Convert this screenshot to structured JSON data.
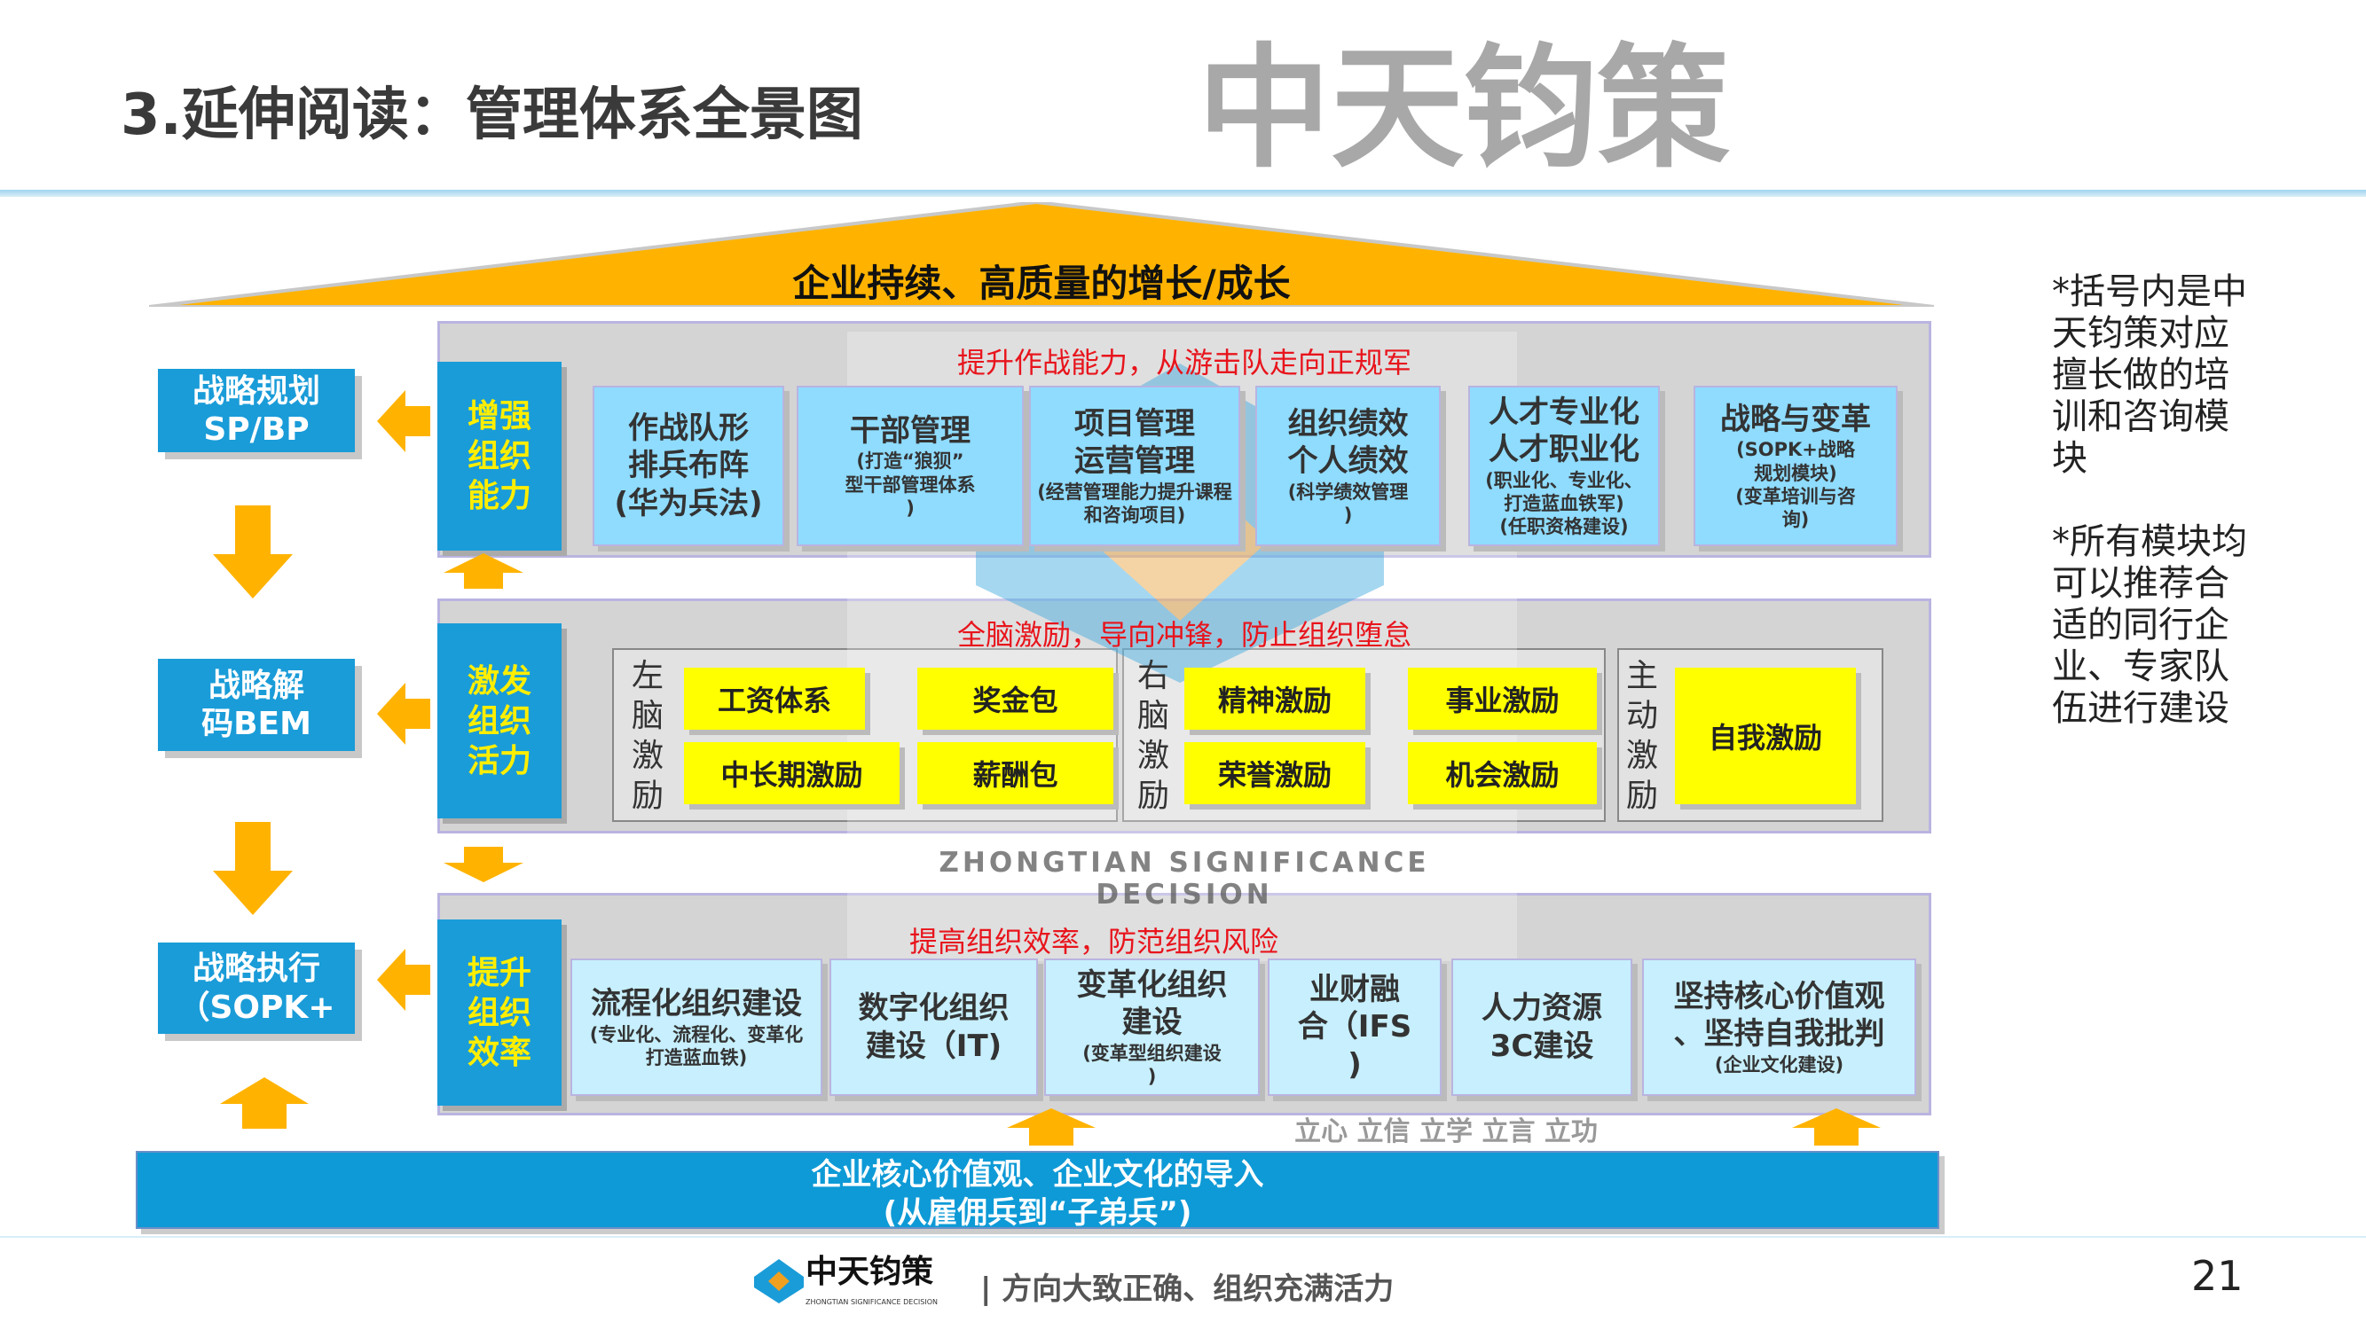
{
  "title": "3.延伸阅读：管理体系全景图",
  "roof": "企业持续、高质量的增长/成长",
  "sidebar": [
    "战略规划\nSP/BP",
    "战略解\n码BEM",
    "战略执行\n（SOPK+"
  ],
  "row1": {
    "label": "增强\n组织\n能力",
    "headline": "提升作战能力，从游击队走向正规军",
    "items": [
      {
        "main": "作战队形\n排兵布阵\n(华为兵法)",
        "sub": ""
      },
      {
        "main": "干部管理",
        "sub": "(打造“狼狈”\n型干部管理体系\n)"
      },
      {
        "main": "项目管理\n运营管理",
        "sub": "(经营管理能力提升课程\n和咨询项目)"
      },
      {
        "main": "组织绩效\n个人绩效",
        "sub": "(科学绩效管理\n)"
      },
      {
        "main": "人才专业化\n人才职业化",
        "sub": "(职业化、专业化、\n打造蓝血铁军)\n(任职资格建设)"
      },
      {
        "main": "战略与变革",
        "sub": "(SOPK+战略\n规划模块)\n(变革培训与咨\n询)"
      }
    ]
  },
  "row2": {
    "label": "激发\n组织\n活力",
    "headline": "全脑激励，导向冲锋，防止组织堕怠",
    "groups": [
      {
        "label": "左脑激励",
        "items": [
          "工资体系",
          "奖金包",
          "中长期激励",
          "薪酬包"
        ]
      },
      {
        "label": "右脑激励",
        "items": [
          "精神激励",
          "事业激励",
          "荣誉激励",
          "机会激励"
        ]
      },
      {
        "label": "主动激励",
        "items": [
          "自我激励"
        ]
      }
    ]
  },
  "row3": {
    "label": "提升\n组织\n效率",
    "headline": "提高组织效率，防范组织风险",
    "items": [
      {
        "main": "流程化组织建设",
        "sub": "(专业化、流程化、变革化\n打造蓝血铁)"
      },
      {
        "main": "数字化组织\n建设（IT)",
        "sub": ""
      },
      {
        "main": "变革化组织\n建设",
        "sub": "(变革型组织建设\n)"
      },
      {
        "main": "业财融\n合（IFS\n)",
        "sub": ""
      },
      {
        "main": "人力资源\n3C建设",
        "sub": ""
      },
      {
        "main": "坚持核心价值观\n、坚持自我批判",
        "sub": "(企业文化建设)"
      }
    ]
  },
  "bottom": "企业核心价值观、企业文化的导入\n(从雇佣兵到“子弟兵”)",
  "notes": [
    "*括号内是中天钧策对应擅长做的培训和咨询模块",
    "*所有模块均可以推荐合适的同行企业、专家队伍进行建设"
  ],
  "watermark": {
    "name": "中天钧策",
    "en": "ZHONGTIAN SIGNIFICANCE DECISION",
    "motto": "立心 立信 立学 立言 立功"
  },
  "footer": {
    "logo": "中天钧策",
    "logo_en": "ZHONGTIAN SIGNIFICANCE DECISION",
    "slogan": "| 方向大致正确、组织充满活力",
    "page": "21"
  },
  "colors": {
    "blue": "#1a9cd8",
    "yellow": "#ffff00",
    "orange": "#ffb300",
    "red": "#e8141c"
  }
}
